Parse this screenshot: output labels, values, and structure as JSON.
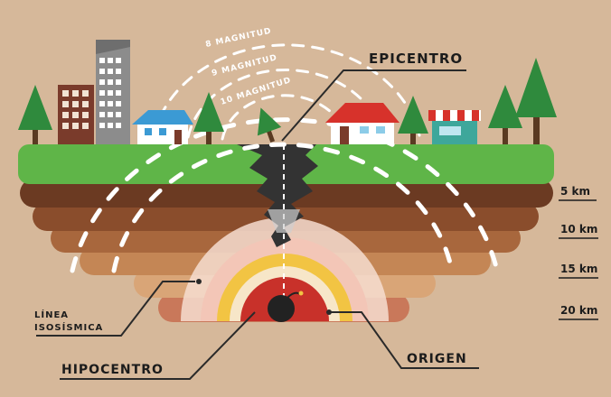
{
  "labels": {
    "epicentro": "EPICENTRO",
    "hipocentro": "HIPOCENTRO",
    "origen": "ORIGEN",
    "linea_line1": "LÍNEA",
    "linea_line2": "ISOSÍSMICA"
  },
  "magnitudes": [
    "8 MAGNITUD",
    "9 MAGNITUD",
    "10 MAGNITUD"
  ],
  "depths": [
    "5 km",
    "10 km",
    "15 km",
    "20 km"
  ],
  "colors": {
    "background": "#d6b89a",
    "grass": "#5fb548",
    "crust_1": "#6b3a22",
    "crust_2": "#8a4d2c",
    "crust_3": "#a8673d",
    "crust_4": "#c48655",
    "crust_5": "#d9a577",
    "focus": "#c8312a",
    "waves_yellow": "#f2c443",
    "waves_pink": "#f6d2c6"
  }
}
